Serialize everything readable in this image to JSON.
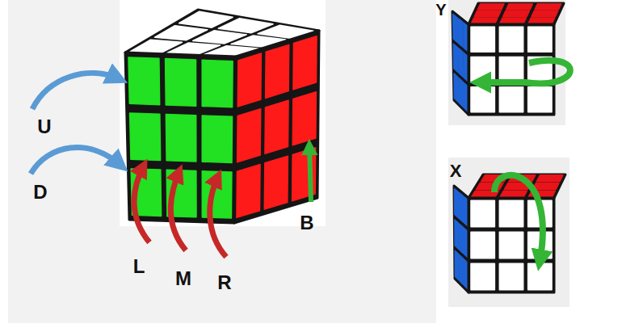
{
  "diagram": {
    "labels": [
      "U",
      "D",
      "L",
      "M",
      "R",
      "B",
      "Y",
      "X"
    ]
  }
}
